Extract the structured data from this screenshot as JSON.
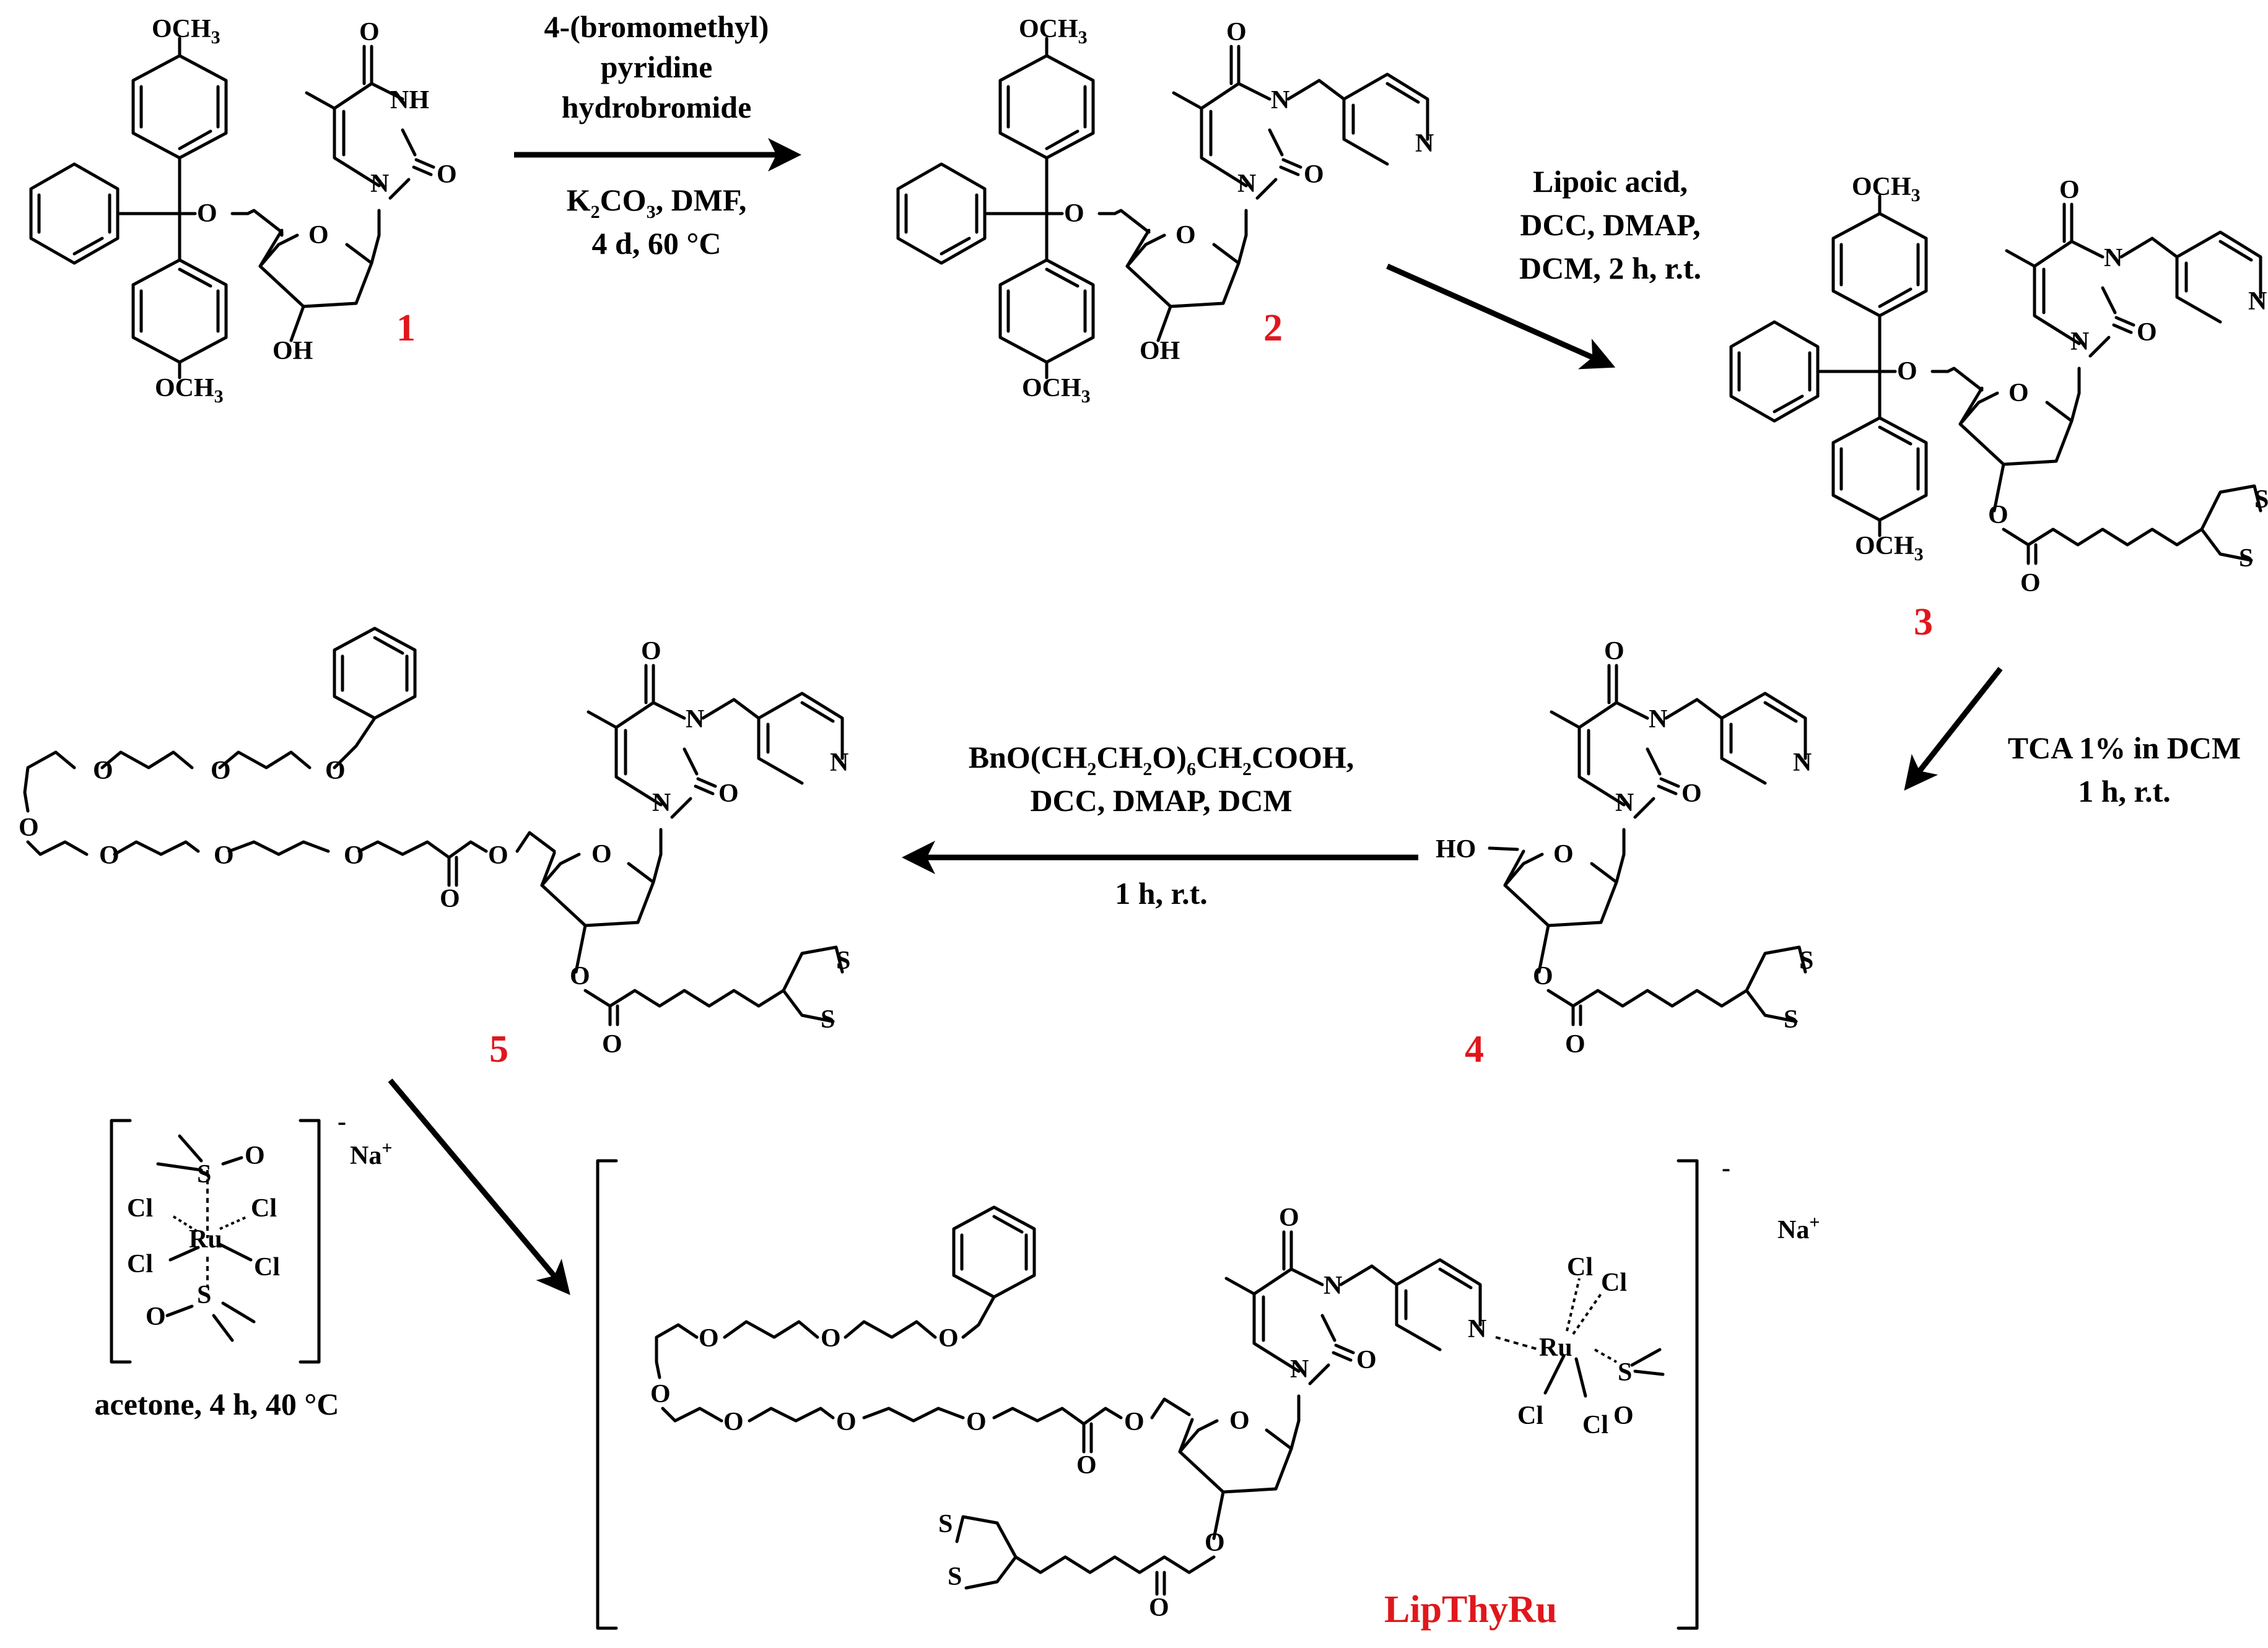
{
  "conditions": {
    "step1": [
      "4-(bromomethyl)",
      "pyridine",
      "hydrobromide",
      "K2CO3, DMF,",
      "4 d, 60 °C"
    ],
    "step2": [
      "Lipoic acid,",
      "DCC, DMAP,",
      "DCM, 2 h, r.t."
    ],
    "step3": [
      "TCA 1% in DCM",
      "1 h,  r.t."
    ],
    "step4": [
      "BnO(CH2CH2O)6CH2COOH,",
      "DCC, DMAP, DCM",
      "1 h,  r.t."
    ],
    "step5": [
      "acetone, 4 h, 40 °C"
    ]
  },
  "compounds": {
    "c1": "1",
    "c2": "2",
    "c3": "3",
    "c4": "4",
    "c5": "5",
    "final": "LipThyRu"
  },
  "atoms": {
    "OCH3": "OCH3",
    "O": "O",
    "N": "N",
    "NH": "NH",
    "OH": "OH",
    "HO": "HO",
    "S": "S",
    "Cl": "Cl",
    "Ru": "Ru",
    "Na": "Na",
    "plus": "+",
    "minus": "-"
  },
  "colors": {
    "compound_number": "#e0171c",
    "ink": "#000000"
  }
}
